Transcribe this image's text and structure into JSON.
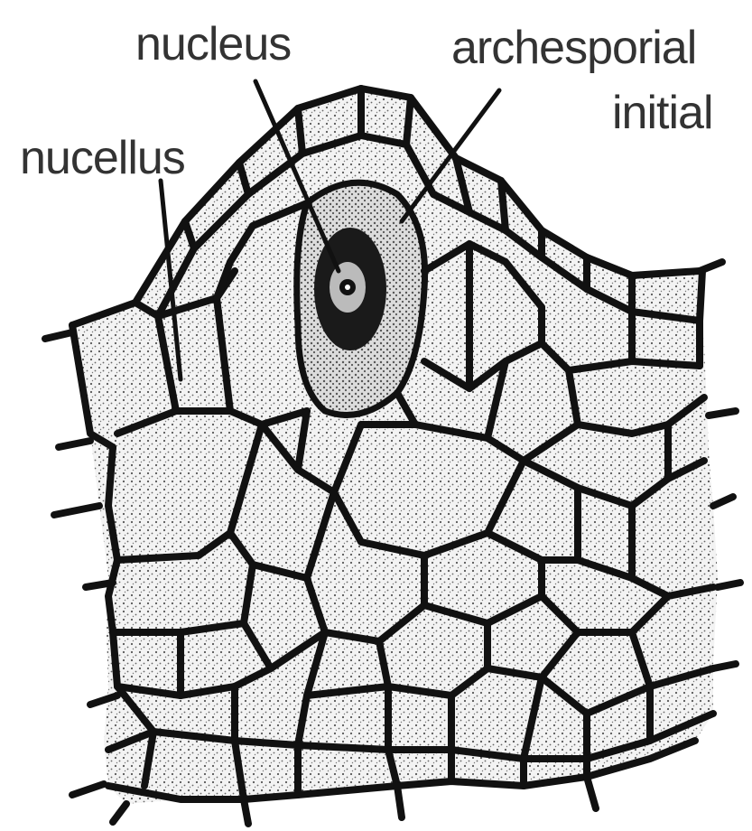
{
  "figure": {
    "labels": {
      "nucleus": "nucleus",
      "archesporial_line1": "archesporial",
      "archesporial_line2": "initial",
      "nucellus": "nucellus"
    },
    "colors": {
      "ink": "#111111",
      "stipple_fill": "#eeeeee",
      "initial_fill": "#d6d6d6",
      "nucleus_fill": "#1a1a1a",
      "background": "#ffffff"
    }
  }
}
